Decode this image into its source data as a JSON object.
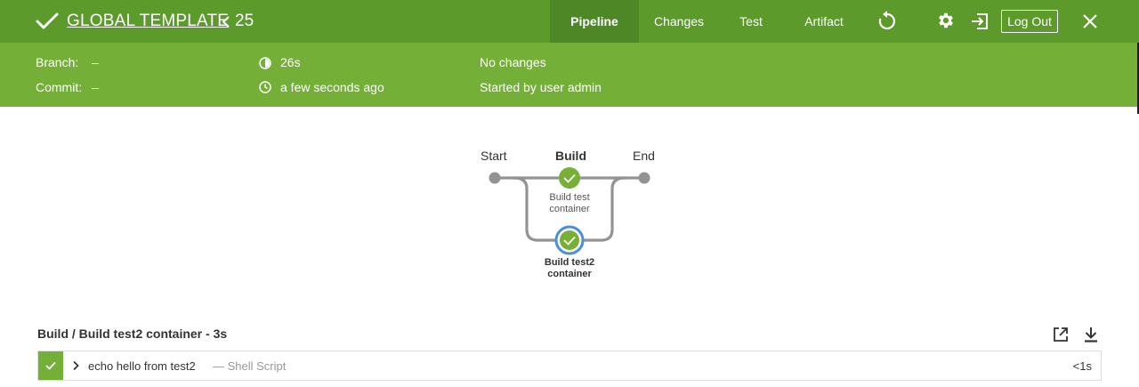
{
  "header": {
    "title": "GLOBAL TEMPLATE",
    "run_number": "25",
    "nav": [
      "Pipeline",
      "Changes",
      "Test",
      "Artifact"
    ],
    "active_tab": "Pipeline",
    "logout_label": "Log Out"
  },
  "summary": {
    "branch_label": "Branch:",
    "branch_value": "–",
    "commit_label": "Commit:",
    "commit_value": "–",
    "duration": "26s",
    "time_ago": "a few seconds ago",
    "changes": "No changes",
    "started_by": "Started by user admin"
  },
  "graph": {
    "start_label": "Start",
    "stage_label": "Build",
    "end_label": "End",
    "branches": [
      "Build test container",
      "Build test2 container"
    ],
    "selected_branch": "Build test2 container"
  },
  "log": {
    "title": "Build / Build test2 container - 3s",
    "steps": [
      {
        "command": "echo hello from test2",
        "type": "— Shell Script",
        "duration": "<1s",
        "status": "success"
      }
    ]
  },
  "colors": {
    "header_bg": "#5b9a2b",
    "subheader_bg": "#74af37",
    "success": "#78b037",
    "selected_ring": "#4a90d9"
  }
}
